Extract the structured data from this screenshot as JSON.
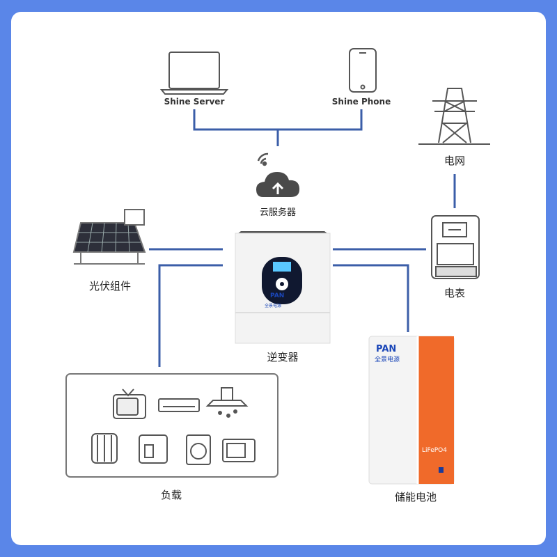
{
  "labels": {
    "shine_server": "Shine Server",
    "shine_phone": "Shine Phone",
    "grid": "电网",
    "cloud": "云服务器",
    "solar": "光伏组件",
    "meter": "电表",
    "inverter": "逆变器",
    "load": "负载",
    "battery": "储能电池"
  },
  "brand": {
    "name": "PAN",
    "sub": "全景电源",
    "battery_type": "LiFePO4"
  },
  "colors": {
    "background": "#5a86e8",
    "connector": "#3b5ea8",
    "battery_accent": "#f06a2a"
  }
}
